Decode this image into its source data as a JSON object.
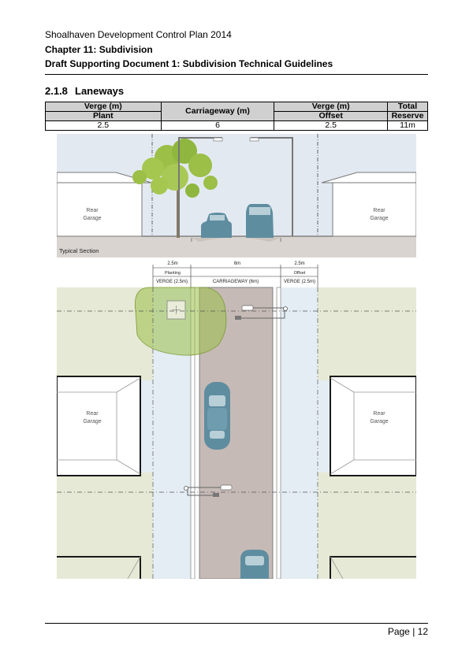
{
  "header": {
    "line1": "Shoalhaven Development Control Plan 2014",
    "line2": "Chapter 11: Subdivision",
    "line3": "Draft Supporting Document 1: Subdivision Technical Guidelines"
  },
  "section": {
    "number": "2.1.8",
    "title": "Laneways"
  },
  "table": {
    "col1_top": "Verge (m)",
    "col1_bot": "Plant",
    "col2": "Carriageway (m)",
    "col3_top": "Verge (m)",
    "col3_bot": "Offset",
    "col4_top": "Total",
    "col4_bot": "Reserve",
    "values": [
      "2.5",
      "6",
      "2.5",
      "11m"
    ]
  },
  "figure": {
    "rear": "Rear",
    "garage": "Garage",
    "typical_section": "Typical Section",
    "dim_left": "2.5m",
    "dim_mid": "6m",
    "dim_right": "2.5m",
    "planting": "Planting",
    "offset": "Offset",
    "verge_left": "VERGE (2.5m)",
    "carriageway": "CARRIAGEWAY (6m)",
    "verge_right": "VERGE (2.5m)"
  },
  "footer": {
    "page": "Page | 12"
  },
  "colors": {
    "sky": "#e3e9f1",
    "ground": "#d9d4d0",
    "car": "#5f8da0",
    "lot": "#e6e9d5",
    "road": "#c6bab6",
    "verge": "#e3edf3",
    "tree": "#9bbf47"
  }
}
